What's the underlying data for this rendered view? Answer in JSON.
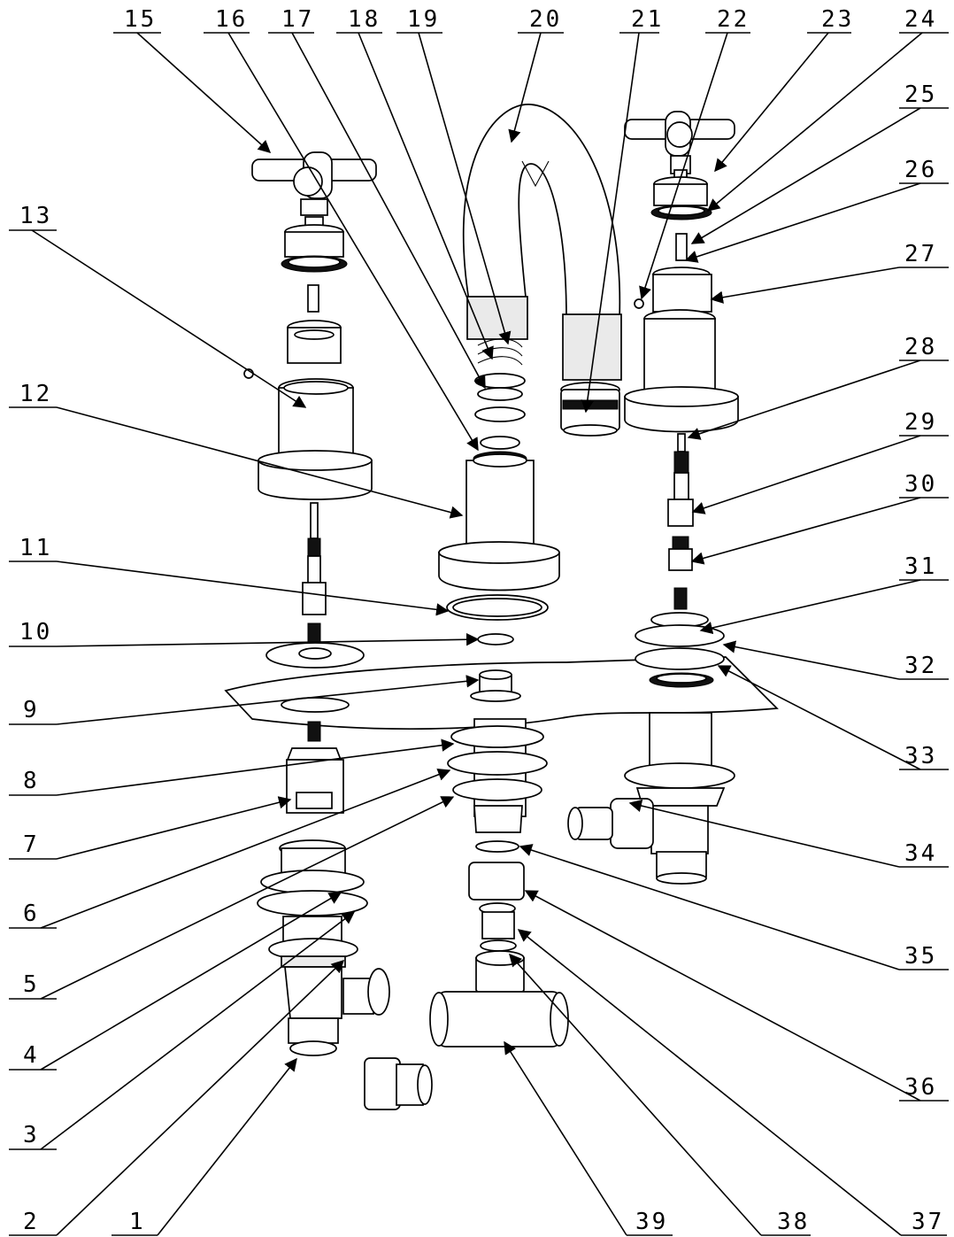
{
  "diagram": {
    "callouts": [
      {
        "id": "15",
        "label": "15"
      },
      {
        "id": "16",
        "label": "16"
      },
      {
        "id": "17",
        "label": "17"
      },
      {
        "id": "18",
        "label": "18"
      },
      {
        "id": "19",
        "label": "19"
      },
      {
        "id": "20",
        "label": "20"
      },
      {
        "id": "21",
        "label": "21"
      },
      {
        "id": "22",
        "label": "22"
      },
      {
        "id": "23",
        "label": "23"
      },
      {
        "id": "24",
        "label": "24"
      },
      {
        "id": "25",
        "label": "25"
      },
      {
        "id": "26",
        "label": "26"
      },
      {
        "id": "27",
        "label": "27"
      },
      {
        "id": "28",
        "label": "28"
      },
      {
        "id": "29",
        "label": "29"
      },
      {
        "id": "30",
        "label": "30"
      },
      {
        "id": "31",
        "label": "31"
      },
      {
        "id": "32",
        "label": "32"
      },
      {
        "id": "33",
        "label": "33"
      },
      {
        "id": "34",
        "label": "34"
      },
      {
        "id": "35",
        "label": "35"
      },
      {
        "id": "36",
        "label": "36"
      },
      {
        "id": "37",
        "label": "37"
      },
      {
        "id": "38",
        "label": "38"
      },
      {
        "id": "39",
        "label": "39"
      },
      {
        "id": "13",
        "label": "13"
      },
      {
        "id": "12",
        "label": "12"
      },
      {
        "id": "11",
        "label": "11"
      },
      {
        "id": "10",
        "label": "10"
      },
      {
        "id": "9",
        "label": "9"
      },
      {
        "id": "8",
        "label": "8"
      },
      {
        "id": "7",
        "label": "7"
      },
      {
        "id": "6",
        "label": "6"
      },
      {
        "id": "5",
        "label": "5"
      },
      {
        "id": "4",
        "label": "4"
      },
      {
        "id": "3",
        "label": "3"
      },
      {
        "id": "2",
        "label": "2"
      },
      {
        "id": "1",
        "label": "1"
      }
    ]
  }
}
